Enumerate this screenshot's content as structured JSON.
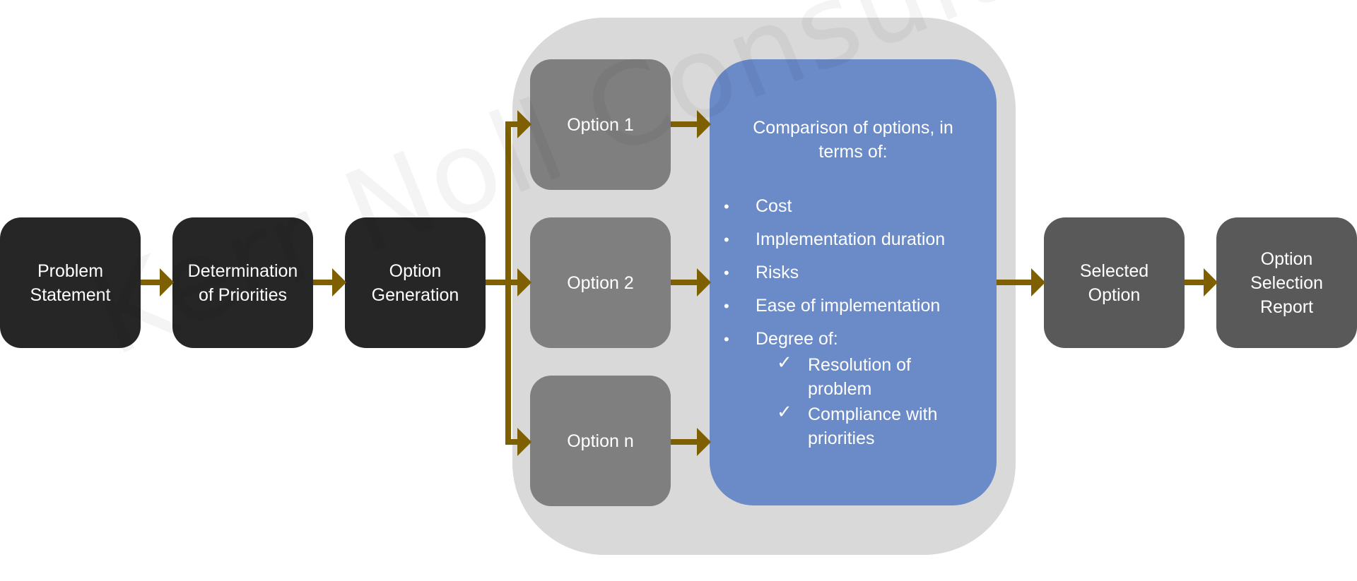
{
  "watermark": "Kerr Noll Consultants",
  "colors": {
    "arrow": "#7f6000",
    "dark_box": "#262626",
    "option_box": "#7f7f7f",
    "output_box": "#595959",
    "comparison_box": "#6a8ac8",
    "group_panel": "#d9d9d9"
  },
  "steps": {
    "problem_statement": "Problem\nStatement",
    "determination_of_priorities": "Determination\nof Priorities",
    "option_generation": "Option\nGeneration"
  },
  "options": [
    "Option 1",
    "Option 2",
    "Option n"
  ],
  "comparison": {
    "title": "Comparison of options, in terms of:",
    "criteria": [
      "Cost",
      "Implementation duration",
      "Risks",
      "Ease of implementation",
      "Degree of:"
    ],
    "bullet_glyph": "•",
    "check_glyph": "✓",
    "sub_criteria": [
      "Resolution of problem",
      "Compliance with priorities"
    ]
  },
  "outputs": {
    "selected_option": "Selected\nOption",
    "option_selection_report": "Option\nSelection\nReport"
  }
}
